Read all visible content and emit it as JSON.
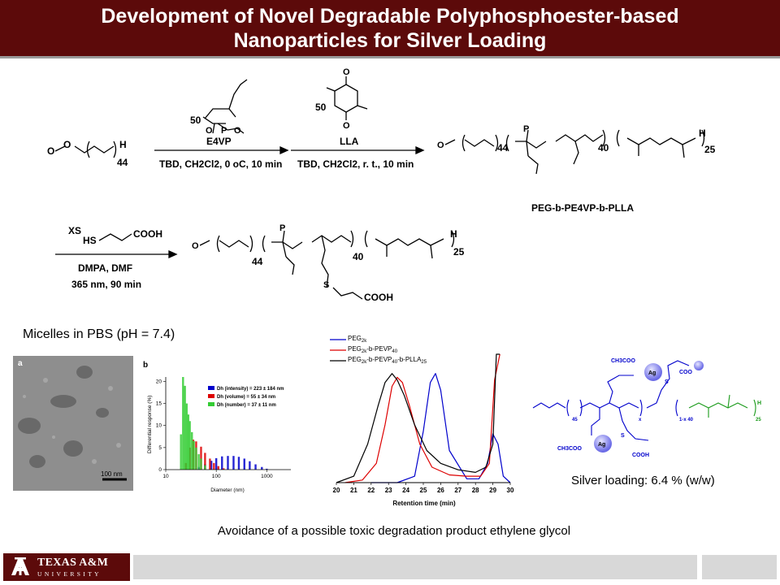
{
  "title": {
    "line1": "Development of Novel Degradable Polyphosphoester-based",
    "line2": "Nanoparticles for Silver Loading"
  },
  "scheme": {
    "peg_repeat": "44",
    "peg_end": "H",
    "e4vp_equiv": "50",
    "e4vp_label": "E4VP",
    "step1_conditions": "TBD, CH2Cl2, 0 oC, 10 min",
    "lla_equiv": "50",
    "lla_label": "LLA",
    "step2_conditions": "TBD, CH2Cl2, r. t., 10 min",
    "product1_n1": "44",
    "product1_n2": "40",
    "product1_n3": "25",
    "product1_end": "H",
    "product1_name": "PEG-b-PE4VP-b-PLLA",
    "thiol_equiv": "XS",
    "thiol_hs": "HS",
    "thiol_cooh": "COOH",
    "step3_conditions_1": "DMPA, DMF",
    "step3_conditions_2": "365 nm, 90 min",
    "product2_n1": "44",
    "product2_n2": "40",
    "product2_n3": "25",
    "product2_end": "H",
    "product2_s": "S",
    "product2_cooh": "COOH"
  },
  "micelles_label": "Micelles in PBS (pH = 7.4)",
  "tem": {
    "panel_label": "a",
    "scale_label": "100 nm"
  },
  "dls": {
    "panel_label": "b",
    "y_label": "Differential response (%)",
    "x_label": "Diameter (nm)",
    "legend": [
      {
        "text": "Dh (intensity) = 223 ± 184 nm",
        "color": "#0000cc"
      },
      {
        "text": "Dh (volume) = 55 ± 34 nm",
        "color": "#dd0000"
      },
      {
        "text": "Dh (number) = 37 ± 11 nm",
        "color": "#33cc33"
      }
    ]
  },
  "chart_data": [
    {
      "type": "bar",
      "x_label": "Diameter (nm)",
      "y_label": "Differential response (%)",
      "x_scale": "log",
      "x_ticks": [
        "10",
        "100",
        "1000"
      ],
      "y_ticks": [
        "0",
        "5",
        "10",
        "15",
        "20"
      ],
      "xlim": [
        10,
        3000
      ],
      "ylim": [
        0,
        21
      ],
      "series": [
        {
          "name": "Dh (intensity) = 223 ± 184 nm",
          "color": "#0000cc",
          "x": [
            45,
            60,
            80,
            100,
            130,
            170,
            220,
            280,
            360,
            460,
            600,
            800,
            1000
          ],
          "values": [
            0.6,
            1.2,
            2.0,
            2.6,
            3.0,
            3.1,
            3.1,
            2.9,
            2.5,
            1.9,
            1.2,
            0.6,
            0.2
          ]
        },
        {
          "name": "Dh (volume) = 55 ± 34 nm",
          "color": "#dd0000",
          "x": [
            25,
            30,
            35,
            40,
            50,
            60,
            75,
            90,
            110,
            140
          ],
          "values": [
            1.5,
            5.0,
            6.8,
            6.4,
            5.2,
            3.8,
            2.5,
            1.5,
            0.8,
            0.3
          ]
        },
        {
          "name": "Dh (number) = 37 ± 11 nm",
          "color": "#33cc33",
          "x": [
            20,
            22,
            24,
            26,
            28,
            30,
            33,
            36,
            40,
            45,
            50,
            60
          ],
          "values": [
            8.0,
            21.0,
            19.0,
            15.0,
            12.5,
            11.0,
            8.5,
            6.5,
            5.0,
            3.5,
            2.5,
            1.0
          ]
        }
      ]
    },
    {
      "type": "line",
      "x_label": "Retention time (min)",
      "xlim": [
        20,
        30
      ],
      "x_ticks": [
        "20",
        "21",
        "22",
        "23",
        "24",
        "25",
        "26",
        "27",
        "28",
        "29",
        "30"
      ],
      "series": [
        {
          "name": "PEG2k",
          "color": "#0000cc",
          "x": [
            22.0,
            23.5,
            24.5,
            25.0,
            25.4,
            25.7,
            26.0,
            26.5,
            27.5,
            28.2,
            28.7,
            29.0,
            29.3,
            29.6,
            30.0
          ],
          "values": [
            0.0,
            0.0,
            0.05,
            0.4,
            0.78,
            0.85,
            0.72,
            0.25,
            0.03,
            0.03,
            0.15,
            0.38,
            0.3,
            0.05,
            0.0
          ]
        },
        {
          "name": "PEG2k-b-PEVP40",
          "color": "#dd0000",
          "x": [
            20.5,
            21.5,
            22.3,
            22.8,
            23.2,
            23.5,
            23.8,
            24.2,
            24.8,
            25.5,
            26.5,
            27.5,
            28.3,
            28.8,
            29.1,
            29.4
          ],
          "values": [
            0.0,
            0.02,
            0.15,
            0.45,
            0.75,
            0.82,
            0.78,
            0.6,
            0.3,
            0.12,
            0.06,
            0.05,
            0.05,
            0.15,
            0.8,
            1.0
          ]
        },
        {
          "name": "PEG2k-b-PEVP40-b-PLLA25",
          "color": "#000000",
          "x": [
            20.0,
            21.0,
            21.8,
            22.4,
            22.8,
            23.2,
            23.5,
            23.9,
            24.5,
            25.2,
            26.0,
            27.0,
            28.0,
            28.6,
            29.0,
            29.2,
            29.4
          ],
          "values": [
            0.0,
            0.05,
            0.3,
            0.6,
            0.78,
            0.85,
            0.8,
            0.68,
            0.45,
            0.25,
            0.15,
            0.1,
            0.08,
            0.12,
            0.3,
            1.0,
            1.0
          ]
        }
      ]
    }
  ],
  "gpc": {
    "x_label": "Retention time (min)",
    "legend": [
      {
        "name": "PEG",
        "sub": "2k",
        "color": "#0000cc"
      },
      {
        "name": "PEG",
        "sub": "2k",
        "mid": "-b-PEVP",
        "sub2": "40",
        "color": "#dd0000"
      },
      {
        "name": "PEG",
        "sub": "2k",
        "mid": "-b-PEVP",
        "sub2": "40",
        "mid2": "-b-PLLA",
        "sub3": "25",
        "color": "#000000"
      }
    ]
  },
  "ag_structure": {
    "ch3coo_top": "CH3COO",
    "coo_top": "COO",
    "ch3coo_bottom": "CH3COO",
    "cooh": "COOH",
    "ag": "Ag",
    "s": "S",
    "n_peg": "45",
    "n_x": "x",
    "n_1x40": "1-x 40",
    "n_25": "25",
    "h": "H",
    "color_blue": "#0000cc",
    "color_green": "#1a9a1a"
  },
  "silver_label": "Silver loading: 6.4 % (w/w)",
  "avoid_label": "Avoidance of a possible toxic degradation product ethylene glycol",
  "footer": {
    "logo_name": "TEXAS A&M",
    "logo_uni": "UNIVERSITY",
    "colors": {
      "maroon": "#5c0a0a",
      "bar_gray": "#d8d8d8"
    }
  }
}
